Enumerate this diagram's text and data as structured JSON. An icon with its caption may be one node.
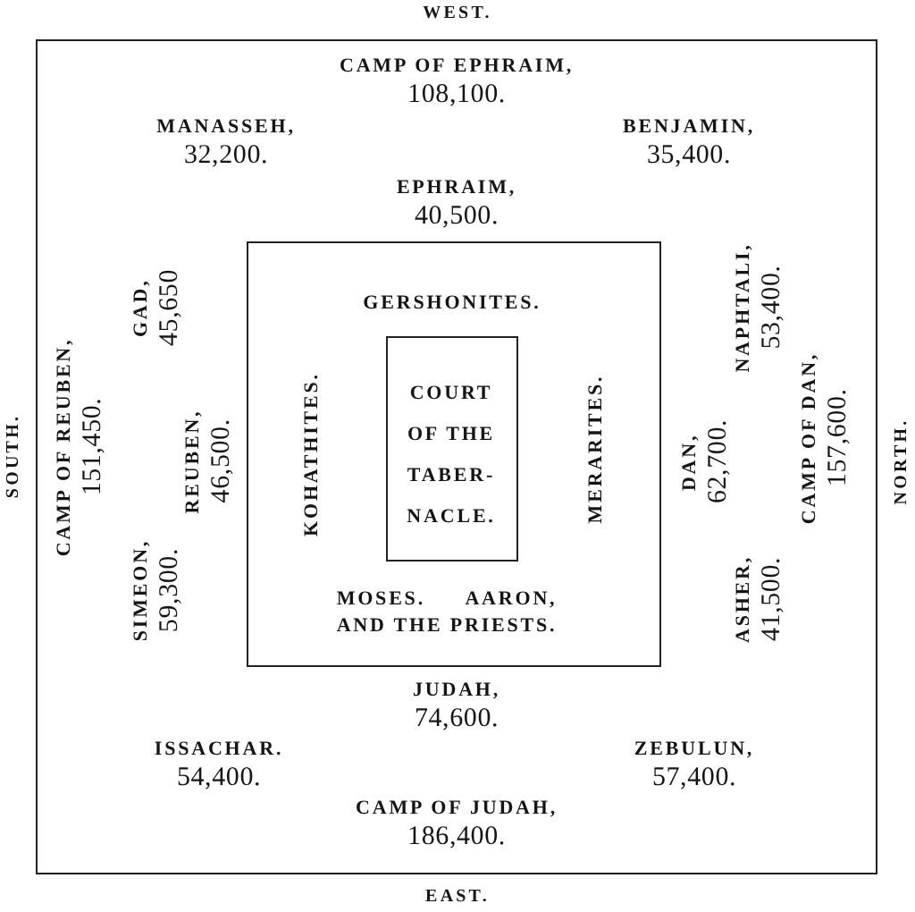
{
  "diagram": {
    "nodes": [
      {
        "text": [
          "CAMP OF EPHRAIM, 108,100.",
          "MANASSEH, 32,200.",
          "BENJAMIN, 35,400.",
          "EPHRAIM, 40,500.",
          "GAD, 45,650",
          "NAPHTALI, 53,400.",
          "CAMP OF REUBEN, 151,450.",
          "REUBEN, 46,500.",
          "DAN, 62,700.",
          "CAMP OF DAN, 157,600.",
          "SIMEON, 59,300.",
          "ASHER, 41,500.",
          "JUDAH, 74,600.",
          "ISSACHAR. 54,400.",
          "ZEBULUN, 57,400.",
          "CAMP OF JUDAH, 186,400."
        ]
      },
      {
        "text": [
          "GERSHONITES.",
          "KOHATHITES.",
          "MERARITES.",
          "MOSES. AARON, AND THE PRIESTS."
        ],
        "in": 0
      },
      {
        "text": [
          "COURT OF THE TABER- NACLE."
        ],
        "in": 1
      }
    ],
    "labels": [
      "WEST.",
      "SOUTH.",
      "NORTH.",
      "EAST."
    ]
  }
}
